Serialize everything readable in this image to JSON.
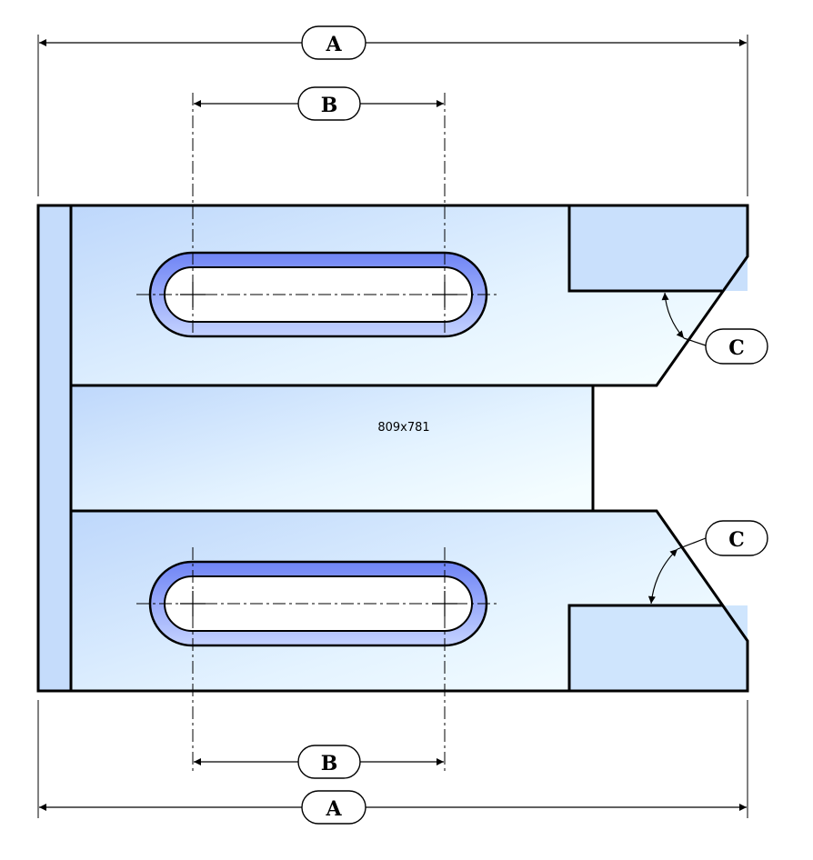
{
  "labels": {
    "overall_width": "A",
    "slot_spacing": "B",
    "chamfer_angle": "C"
  },
  "image_size_text": "809x781",
  "colors": {
    "fill_light": "#f0fcff",
    "fill_mid": "#dceeff",
    "fill_dark": "#bcd6fb",
    "slot_rim": "#6f84f5",
    "outline": "#000000"
  }
}
